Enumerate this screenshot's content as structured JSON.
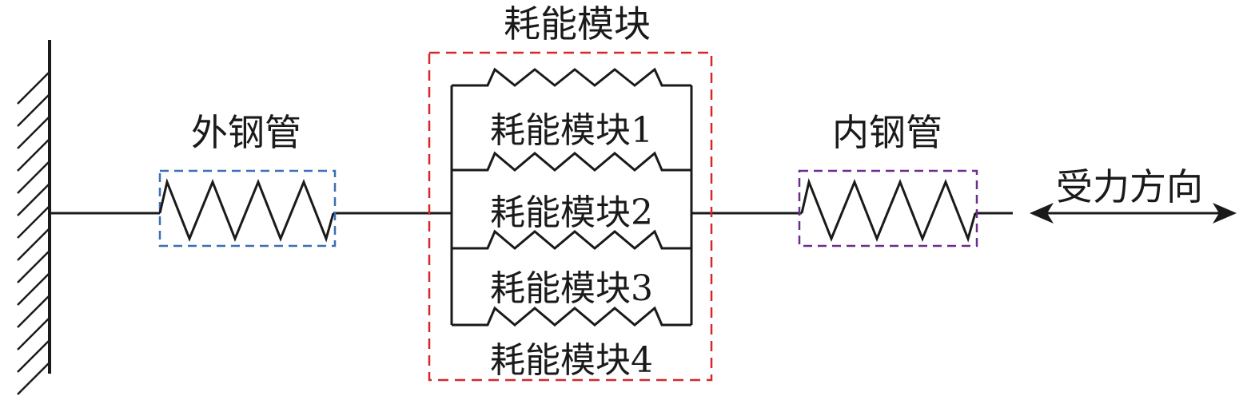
{
  "labels": {
    "module_group": "耗能模块",
    "outer_tube": "外钢管",
    "inner_tube": "内钢管",
    "force_direction": "受力方向",
    "module_1": "耗能模块1",
    "module_2": "耗能模块2",
    "module_3": "耗能模块3",
    "module_4": "耗能模块4"
  },
  "colors": {
    "line": "#1a1a1a",
    "module_box": "#d62728",
    "outer_tube_box": "#3b6fb6",
    "inner_tube_box": "#6a2c8f"
  },
  "icons": {
    "wall": "fixed-support-icon",
    "arrow": "double-arrow-icon"
  }
}
